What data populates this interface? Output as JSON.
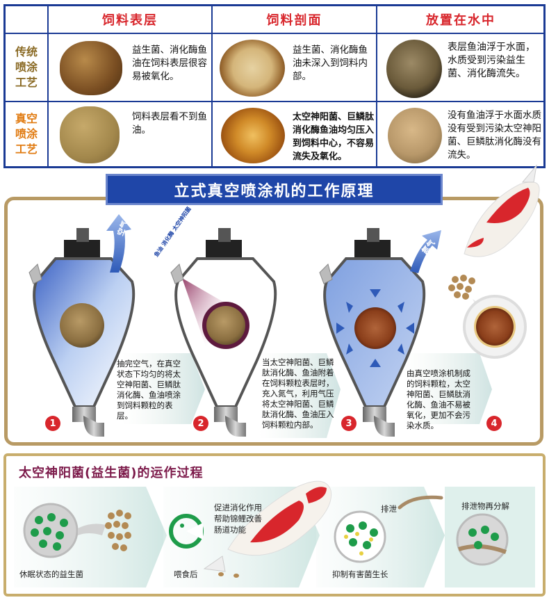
{
  "table": {
    "headers": [
      "饲料表层",
      "饲料剖面",
      "放置在水中"
    ],
    "rows": [
      {
        "label": "传统喷涂工艺",
        "cells": [
          "益生菌、消化酶鱼油在饲料表层很容易被氧化。",
          "益生菌、消化酶鱼油未深入到饲料内部。",
          "表层鱼油浮于水面，水质受到污染益生菌、消化酶流失。"
        ]
      },
      {
        "label": "真空喷涂工艺",
        "cells": [
          "饲料表层看不到鱼油。",
          "太空神阳菌、巨鳞肽消化酶鱼油均匀压入到饲料中心，不容易流失及氧化。",
          "没有鱼油浮于水面水质没有受到污染太空神阳菌、巨鳞肽消化酶没有流失。"
        ]
      }
    ]
  },
  "machine": {
    "title": "立式真空喷涂机的工作原理",
    "air_label": "空气",
    "nitrogen_label": "氮气",
    "spray_label": "鱼油 消化酶 太空神阳菌",
    "steps": [
      {
        "number": "1",
        "text": "抽完空气，在真空状态下均匀的将太空神阳菌、巨鳞肽消化酶、鱼油喷涂到饲料颗粒的表层。"
      },
      {
        "number": "2",
        "text": "当太空神阳菌、巨鳞肽消化酶、鱼油附着在饲料颗粒表层时，充入氮气，利用气压将太空神阳菌、巨鳞肽消化酶、鱼油压入饲料颗粒内部。"
      },
      {
        "number": "3",
        "text": "由真空喷涂机制成的饲料颗粒，太空神阳菌、巨鳞肽消化酶、鱼油不易被氧化，更加不会污染水质。"
      },
      {
        "number": "4",
        "text": ""
      }
    ]
  },
  "process": {
    "title": "太空神阳菌(益生菌)的运作过程",
    "labels": {
      "dormant": "休眠状态的益生菌",
      "after_feeding": "喂食后",
      "promote": "促进消化作用帮助锦鲤改善肠道功能",
      "excrete": "排泄",
      "inhibit": "抑制有害菌生长",
      "decompose": "排泄物再分解"
    }
  },
  "colors": {
    "table_border": "#1a3a94",
    "header_red": "#d8262c",
    "label_brown": "#8a6a24",
    "label_orange": "#e07a10",
    "banner_blue": "#1f46a8",
    "panel_border": "#b89a64",
    "step_red": "#d8262c",
    "probiotic_green": "#1e9c4a"
  }
}
